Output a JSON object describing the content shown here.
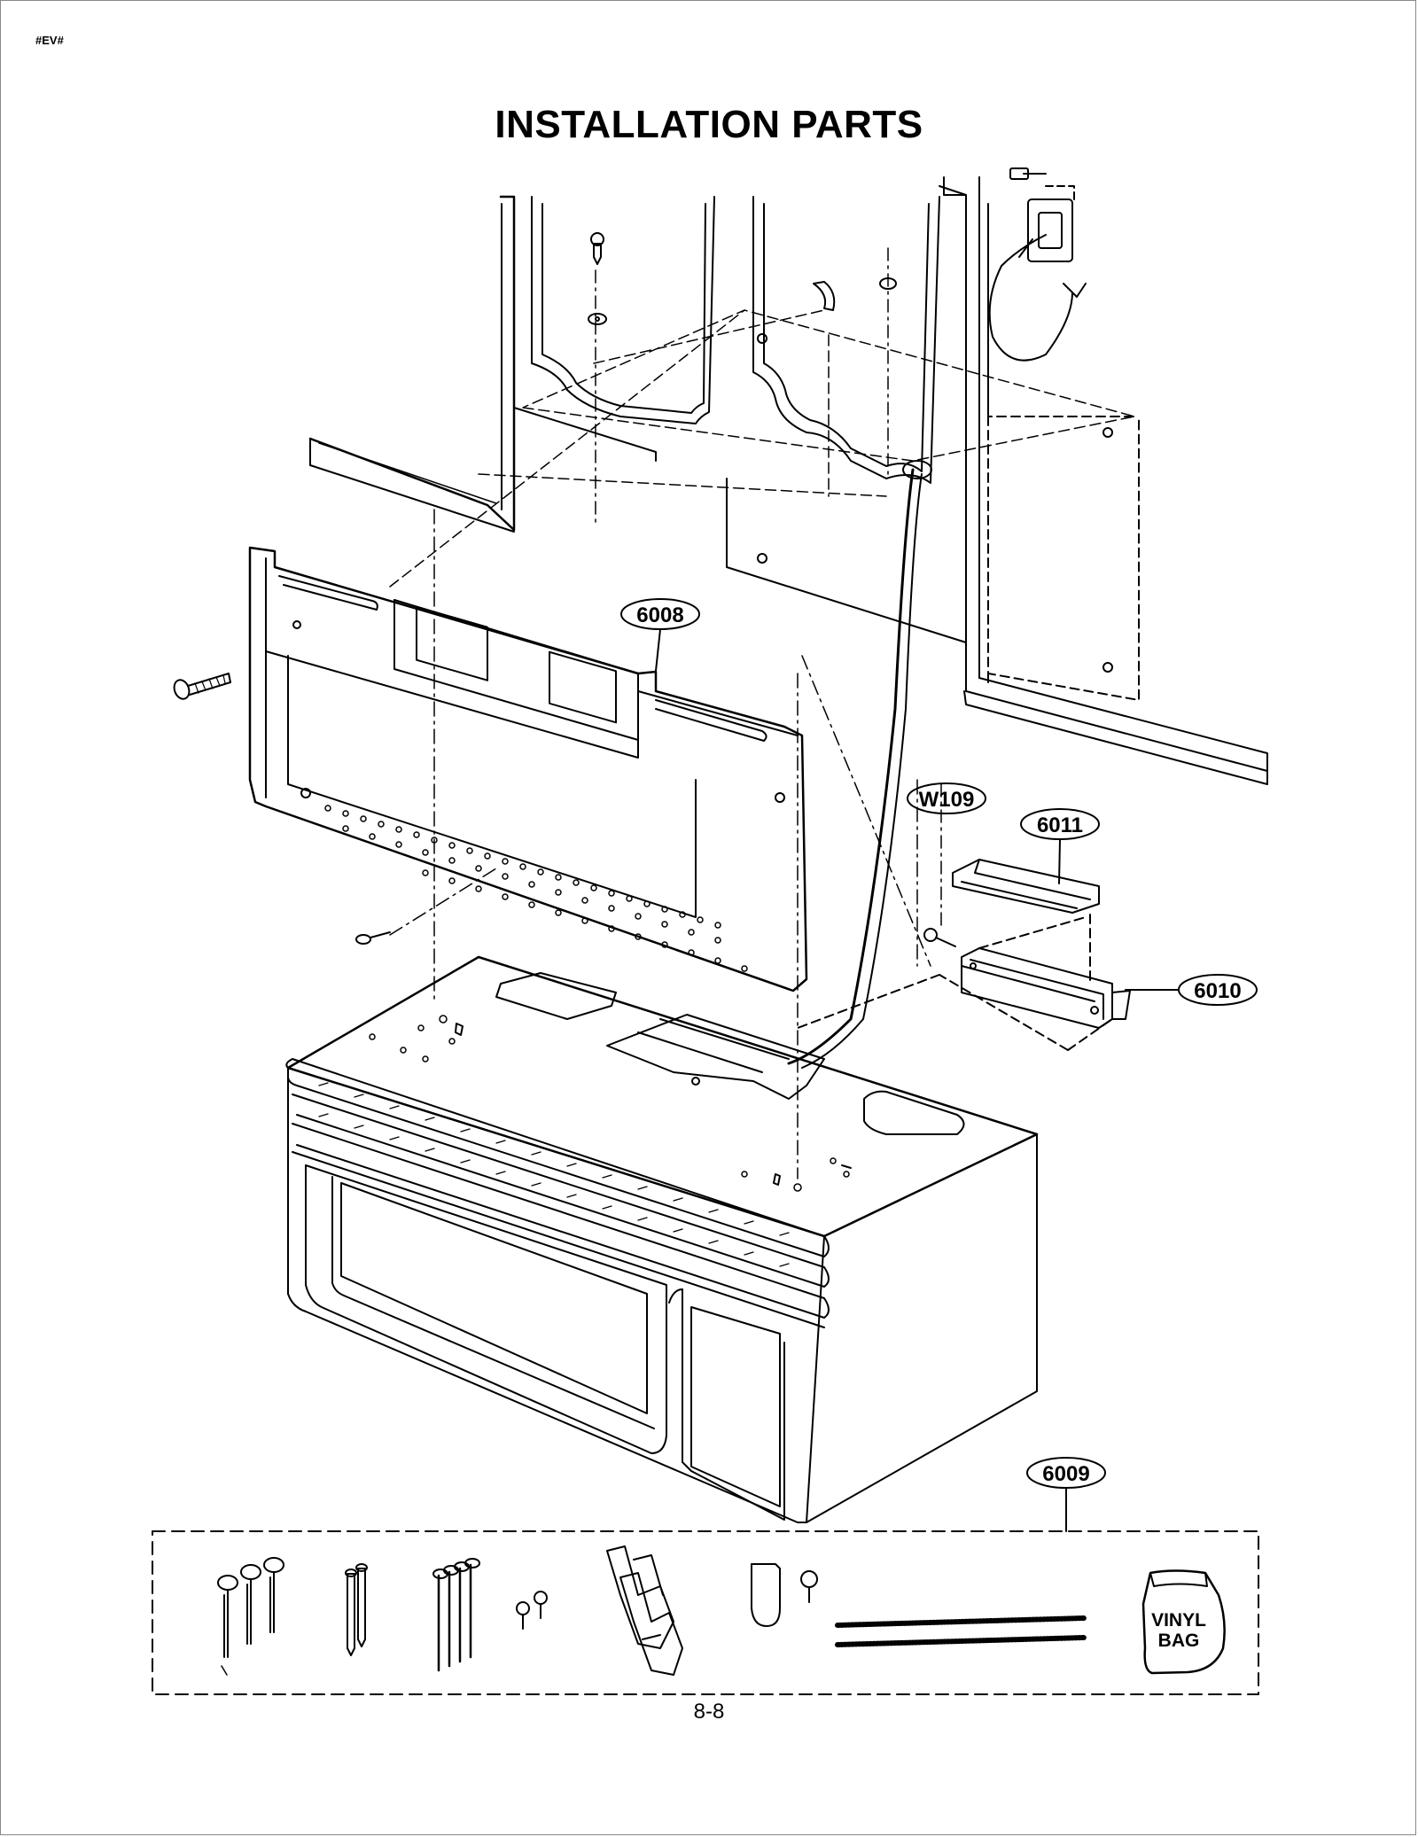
{
  "header": {
    "corner_tag": "#EV#",
    "title": "INSTALLATION PARTS"
  },
  "callouts": {
    "mounting_plate": "6008",
    "screw": "W109",
    "cover": "6011",
    "bracket": "6010",
    "kit": "6009"
  },
  "kit_bag_label": {
    "line1": "VINYL",
    "line2": "BAG"
  },
  "footer": {
    "page_number": "8-8"
  }
}
